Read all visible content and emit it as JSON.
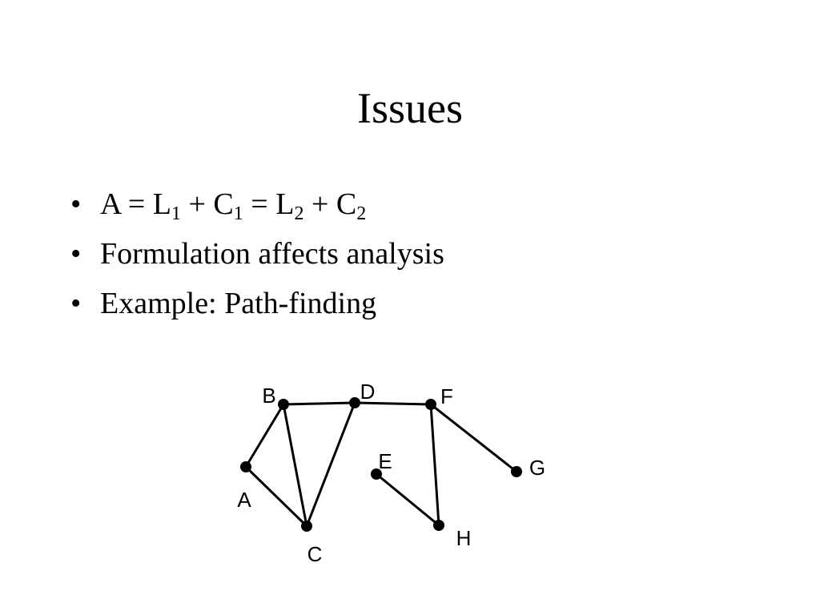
{
  "slide": {
    "title": "Issues",
    "bullet_char": "•",
    "bullets": [
      {
        "equation": [
          {
            "text": "A = L",
            "sub": "1"
          },
          {
            "text": " + C",
            "sub": "1"
          },
          {
            "text": " = L",
            "sub": "2"
          },
          {
            "text": " + C",
            "sub": "2"
          }
        ]
      },
      {
        "text": "Formulation affects analysis"
      },
      {
        "text": "Example: Path-finding"
      }
    ]
  },
  "graph": {
    "nodes": [
      {
        "id": "A",
        "label": "A"
      },
      {
        "id": "B",
        "label": "B"
      },
      {
        "id": "C",
        "label": "C"
      },
      {
        "id": "D",
        "label": "D"
      },
      {
        "id": "E",
        "label": "E"
      },
      {
        "id": "F",
        "label": "F"
      },
      {
        "id": "G",
        "label": "G"
      },
      {
        "id": "H",
        "label": "H"
      }
    ],
    "edges": [
      [
        "A",
        "B"
      ],
      [
        "A",
        "C"
      ],
      [
        "B",
        "C"
      ],
      [
        "C",
        "D"
      ],
      [
        "B",
        "D"
      ],
      [
        "D",
        "F"
      ],
      [
        "F",
        "G"
      ],
      [
        "F",
        "H"
      ],
      [
        "E",
        "H"
      ]
    ]
  }
}
